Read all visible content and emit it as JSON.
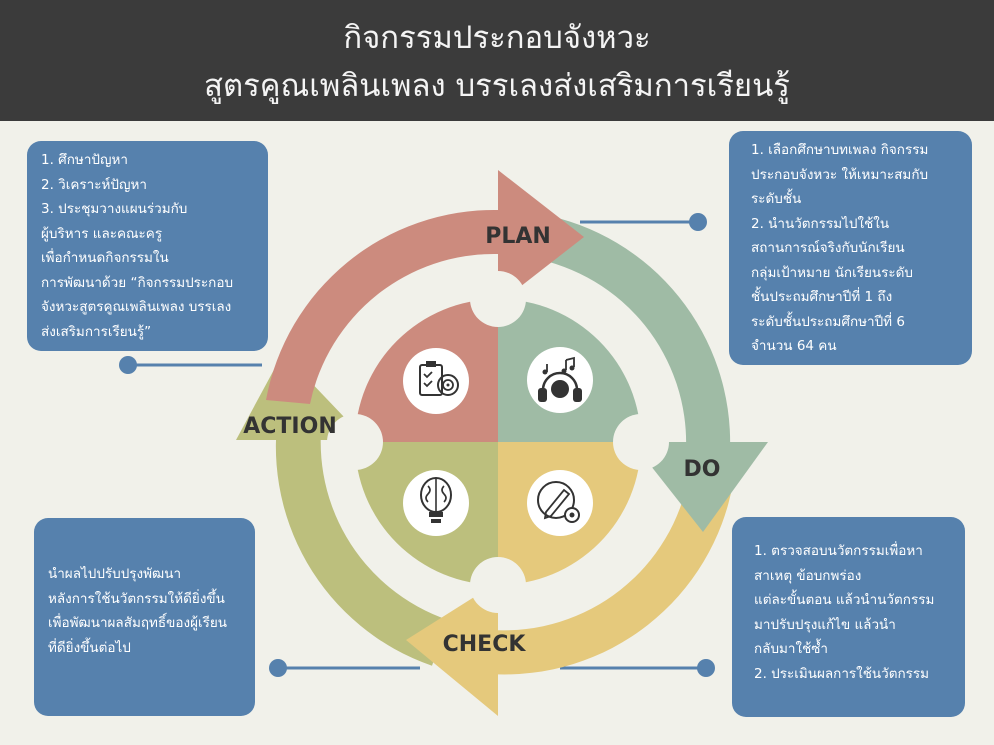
{
  "title": {
    "line1": "กิจกรรมประกอบจังหวะ",
    "line2": "สูตรคูณเพลินเพลง บรรเลงส่งเสริมการเรียนรู้"
  },
  "stages": {
    "plan": "PLAN",
    "do": "DO",
    "check": "CHECK",
    "action": "ACTION"
  },
  "icons": {
    "plan": "clipboard-target-icon",
    "do": "music-headphones-icon",
    "check": "pencil-gear-icon",
    "action": "brain-bulb-icon"
  },
  "colors": {
    "header": "#3b3b3b",
    "background": "#f1f1ea",
    "box": "#5681ad",
    "plan": "#cc8b7e",
    "do": "#9fbba5",
    "check": "#e5c97c",
    "action": "#bcbf7d",
    "connector": "#5681ad"
  },
  "boxes": {
    "plan_left": {
      "lines": [
        "1. ศึกษาปัญหา",
        "2. วิเคราะห์ปัญหา",
        "3. ประชุมวางแผนร่วมกับ",
        "ผู้บริหาร และคณะครู",
        "เพื่อกำหนดกิจกรรมใน",
        "การพัฒนาด้วย “กิจกรรมประกอบ",
        "จังหวะสูตรคูณเพลินเพลง บรรเลง",
        "ส่งเสริมการเรียนรู้”"
      ]
    },
    "do_right": {
      "lines": [
        "1. เลือกศึกษาบทเพลง กิจกรรม",
        "ประกอบจังหวะ ให้เหมาะสมกับ",
        "ระดับชั้น",
        "2. นำนวัตกรรมไปใช้ใน",
        "สถานการณ์จริงกับนักเรียน",
        "กลุ่มเป้าหมาย นักเรียนระดับ",
        "ชั้นประถมศึกษาปีที่ 1 ถึง",
        "ระดับชั้นประถมศึกษาปีที่ 6",
        "จำนวน 64 คน"
      ]
    },
    "action_left": {
      "lines": [
        "นำผลไปปรับปรุงพัฒนา",
        "หลังการใช้นวัตกรรมให้ดียิ่งขึ้น",
        "เพื่อพัฒนาผลสัมฤทธิ์ของผู้เรียน",
        "ที่ดียิ่งขึ้นต่อไป"
      ]
    },
    "check_right": {
      "lines": [
        "1. ตรวจสอบนวัตกรรมเพื่อหา",
        "สาเหตุ ข้อบกพร่อง",
        "แต่ละขั้นตอน แล้วนำนวัตกรรม",
        "มาปรับปรุงแก้ไข แล้วนำ",
        "กลับมาใช้ซ้ำ",
        "2. ประเมินผลการใช้นวัตกรรม"
      ]
    }
  }
}
